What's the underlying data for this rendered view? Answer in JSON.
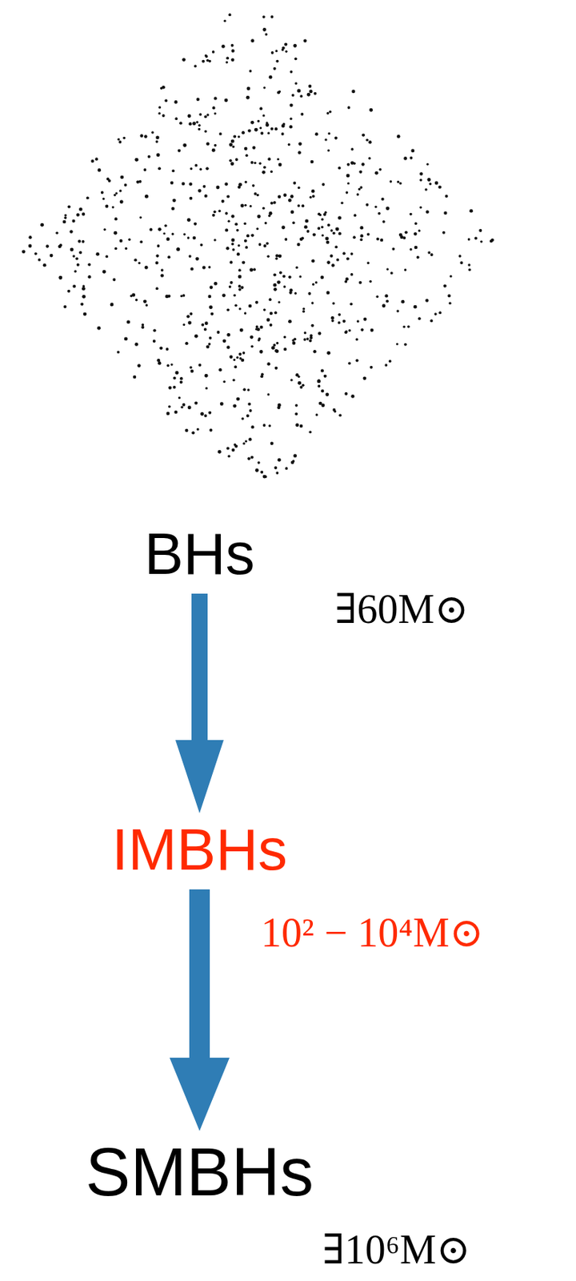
{
  "diagram": {
    "nodes": [
      {
        "text": [
          "BHs"
        ]
      },
      {
        "text": [
          "IMBHs"
        ]
      },
      {
        "text": [
          "SMBHs"
        ]
      }
    ],
    "edges": [
      {
        "from": 0,
        "to": 1,
        "arrow": "to"
      },
      {
        "from": 1,
        "to": 2,
        "arrow": "to"
      }
    ],
    "labels": [
      "∃60M⊙",
      "10² − 10⁴M⊙",
      "∃10⁶M⊙"
    ]
  }
}
